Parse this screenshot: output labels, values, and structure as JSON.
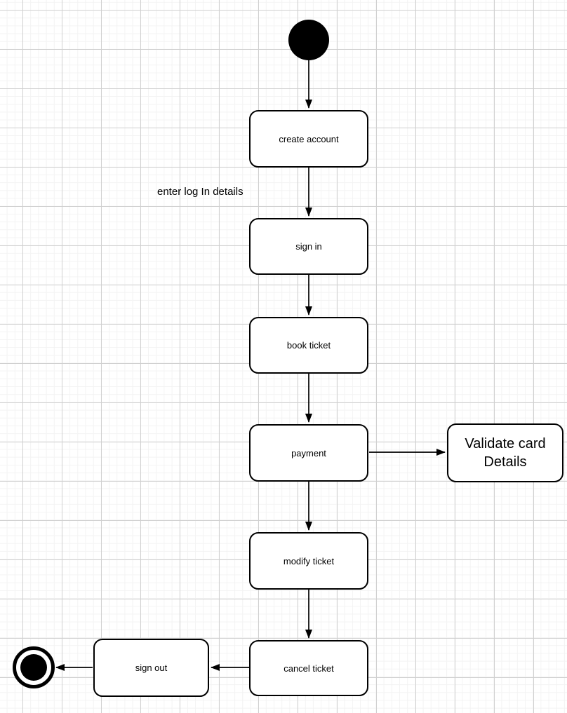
{
  "diagram": {
    "type": "uml-activity-diagram",
    "nodes": {
      "start": {
        "kind": "initial-node"
      },
      "create_account": {
        "label": "create account"
      },
      "sign_in": {
        "label": "sign in"
      },
      "book_ticket": {
        "label": "book ticket"
      },
      "payment": {
        "label": "payment"
      },
      "validate_card": {
        "label": "Validate card Details"
      },
      "modify_ticket": {
        "label": "modify ticket"
      },
      "cancel_ticket": {
        "label": "cancel ticket"
      },
      "sign_out": {
        "label": "sign out"
      },
      "end": {
        "kind": "final-node"
      }
    },
    "edges": [
      {
        "from": "start",
        "to": "create account"
      },
      {
        "from": "create account",
        "to": "sign in",
        "label": "enter log In details"
      },
      {
        "from": "sign in",
        "to": "book ticket"
      },
      {
        "from": "book ticket",
        "to": "payment"
      },
      {
        "from": "payment",
        "to": "Validate card Details"
      },
      {
        "from": "payment",
        "to": "modify ticket"
      },
      {
        "from": "modify ticket",
        "to": "cancel ticket"
      },
      {
        "from": "cancel ticket",
        "to": "sign out"
      },
      {
        "from": "sign out",
        "to": "end"
      }
    ],
    "edge_label": "enter log In details",
    "colors": {
      "stroke": "#000000",
      "node_fill": "#ffffff",
      "grid_minor": "#f3f3f3",
      "grid_major": "#d0d0d0",
      "canvas": "#ffffff"
    }
  }
}
